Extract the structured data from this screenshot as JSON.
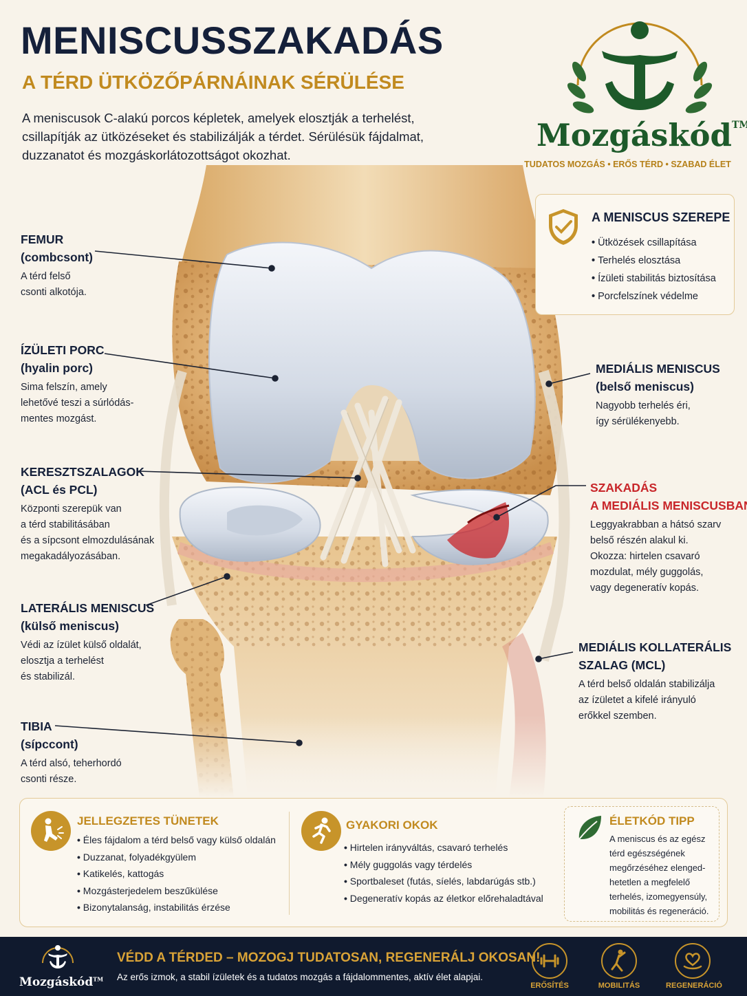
{
  "header": {
    "title": "MENISCUSSZAKADÁS",
    "subtitle": "A TÉRD ÜTKÖZŐPÁRNÁINAK SÉRÜLÉSE",
    "intro": "A meniscusok C-alakú porcos képletek, amelyek elosztják a terhelést, csillapítják az ütközéseket és stabilizálják a térdet. Sérülésük fájdalmat, duzzanatot és mozgáskorlátozottságot okozhat."
  },
  "brand": {
    "name": "Mozgáskód",
    "tm": "TM",
    "tagline": "TUDATOS MOZGÁS • ERŐS TÉRD • SZABAD ÉLET",
    "icon": "figure-anchor-laurel-logo"
  },
  "labels": {
    "femur": {
      "title": "FEMUR",
      "sub": "(combcsont)",
      "desc": [
        "A térd felső",
        "csonti alkotója."
      ]
    },
    "cartilage": {
      "title": "ÍZÜLETI PORC",
      "sub": "(hyalin porc)",
      "desc": [
        "Sima felszín, amely",
        "lehetővé teszi a súrlódás-",
        "mentes mozgást."
      ]
    },
    "cruciate": {
      "title": "KERESZTSZALAGOK",
      "sub": "(ACL és PCL)",
      "desc": [
        "Központi szerepük van",
        "a térd stabilitásában",
        "és a sípcsont elmozdulásának",
        "megakadályozásában."
      ]
    },
    "lateral": {
      "title": "LATERÁLIS MENISCUS",
      "sub": "(külső meniscus)",
      "desc": [
        "Védi az ízület külső oldalát,",
        "elosztja a terhelést",
        "és stabilizál."
      ]
    },
    "tibia": {
      "title": "TIBIA",
      "sub": "(sípccont)",
      "desc": [
        "A térd alsó, teherhordó",
        "csonti része."
      ]
    },
    "medial": {
      "title": "MEDIÁLIS MENISCUS",
      "sub": "(belső meniscus)",
      "desc": [
        "Nagyobb terhelés éri,",
        "így sérülékenyebb."
      ]
    },
    "tear": {
      "title": "SZAKADÁS",
      "sub": "A MEDIÁLIS MENISCUSBAN",
      "desc": [
        "Leggyakrabban a hátsó szarv",
        "belső részén alakul ki.",
        "Okozza: hirtelen csavaró",
        "mozdulat, mély guggolás,",
        "vagy degeneratív kopás."
      ]
    },
    "mcl": {
      "title": "MEDIÁLIS KOLLATERÁLIS",
      "sub": "SZALAG (MCL)",
      "desc": [
        "A térd belső oldalán stabilizálja",
        "az ízületet a kifelé irányuló",
        "erőkkel szemben."
      ]
    }
  },
  "role": {
    "title": "A MENISCUS SZEREPE",
    "icon": "shield-check-icon",
    "items": [
      "Ütközések csillapítása",
      "Terhelés elosztása",
      "Ízületi stabilitás biztosítása",
      "Porcfelszínek védelme"
    ]
  },
  "symptoms": {
    "title": "JELLEGZETES TÜNETEK",
    "icon": "knee-pain-person-icon",
    "items": [
      "Éles fájdalom a térd belső vagy külső oldalán",
      "Duzzanat, folyadékgyülem",
      "Katikelés, kattogás",
      "Mozgásterjedelem beszűkülése",
      "Bizonytalanság, instabilitás érzése"
    ]
  },
  "causes": {
    "title": "GYAKORI OKOK",
    "icon": "runner-icon",
    "items": [
      "Hirtelen irányváltás, csavaró terhelés",
      "Mély guggolás vagy térdelés",
      "Sportbaleset (futás, síelés, labdarúgás stb.)",
      "Degeneratív kopás az életkor előrehaladtával"
    ]
  },
  "tip": {
    "title": "ÉLETKÓD TIPP",
    "icon": "leaf-icon",
    "lines": [
      "A meniscus és az egész",
      "térd egészségének",
      "megőrzéséhez elenged-",
      "hetetlen a megfelelő",
      "terhelés, izomegyensúly,",
      "mobilitás és regeneráció."
    ]
  },
  "footer": {
    "slogan": "VÉDD A TÉRDED – MOZOGJ TUDATOSAN, REGENERÁLJ OKOSAN!",
    "text": "Az erős izmok, a stabil ízületek és a tudatos mozgás a fájdalommentes, aktív élet alapjai.",
    "brand": "Mozgáskód",
    "icons": [
      {
        "label": "ERŐSÍTÉS",
        "icon": "dumbbell-icon"
      },
      {
        "label": "MOBILITÁS",
        "icon": "stretching-figure-icon"
      },
      {
        "label": "REGENERÁCIÓ",
        "icon": "heart-hand-icon"
      }
    ]
  },
  "colors": {
    "navy": "#15203a",
    "gold": "#c18a1f",
    "green": "#1d5a2a",
    "red": "#c8262a",
    "background": "#f8f3ea"
  }
}
